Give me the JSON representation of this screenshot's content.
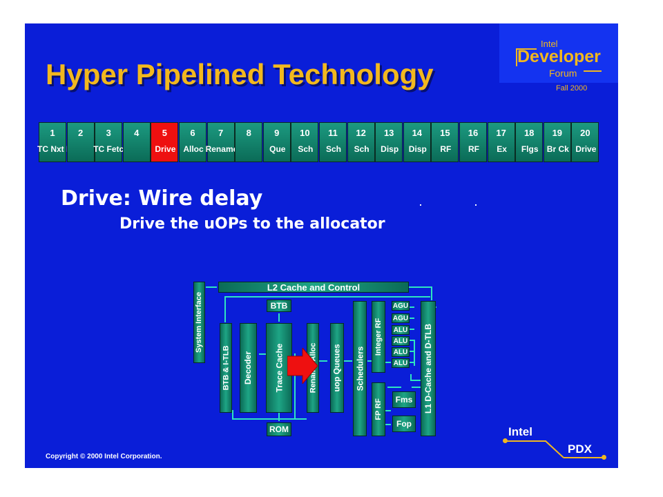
{
  "title": "Hyper Pipelined Technology",
  "logo": {
    "line1": "Intel",
    "line2": "Developer",
    "line3": "Forum",
    "line4": "Fall 2000"
  },
  "pipeline": [
    {
      "n": "1",
      "label": "TC Nxt IP"
    },
    {
      "n": "2",
      "label": ""
    },
    {
      "n": "3",
      "label": "TC Fetch"
    },
    {
      "n": "4",
      "label": ""
    },
    {
      "n": "5",
      "label": "Drive"
    },
    {
      "n": "6",
      "label": "Alloc"
    },
    {
      "n": "7",
      "label": "Rename"
    },
    {
      "n": "8",
      "label": ""
    },
    {
      "n": "9",
      "label": "Que"
    },
    {
      "n": "10",
      "label": "Sch"
    },
    {
      "n": "11",
      "label": "Sch"
    },
    {
      "n": "12",
      "label": "Sch"
    },
    {
      "n": "13",
      "label": "Disp"
    },
    {
      "n": "14",
      "label": "Disp"
    },
    {
      "n": "15",
      "label": "RF"
    },
    {
      "n": "16",
      "label": "RF"
    },
    {
      "n": "17",
      "label": "Ex"
    },
    {
      "n": "18",
      "label": "Flgs"
    },
    {
      "n": "19",
      "label": "Br Ck"
    },
    {
      "n": "20",
      "label": "Drive"
    }
  ],
  "highlight_stage": "5",
  "heading": "Drive: Wire delay",
  "subheading": "Drive the uOPs to the allocator",
  "diagram": {
    "l2": "L2 Cache and Control",
    "sys": "System Interface",
    "btb_itlb": "BTB & I-TLB",
    "decoder": "Decoder",
    "btb": "BTB",
    "trace": "Trace Cache",
    "rom": "ROM",
    "rename": "Rename/Alloc",
    "uopq": "uop Queues",
    "sched": "Schedulers",
    "intrf": "Integer RF",
    "fprf": "FP RF",
    "agu1": "AGU",
    "agu2": "AGU",
    "alu1": "ALU",
    "alu2": "ALU",
    "alu3": "ALU",
    "alu4": "ALU",
    "fms": "Fms",
    "fop": "Fop",
    "l1": "L1 D-Cache and D-TLB"
  },
  "brand": {
    "intel": "Intel",
    "pdx": "PDX"
  },
  "copyright": "Copyright © 2000 Intel Corporation.",
  "colors": {
    "background": "#0a1ed8",
    "title": "#f2b81e",
    "block": "#1ea585",
    "highlight": "#ee1010"
  }
}
